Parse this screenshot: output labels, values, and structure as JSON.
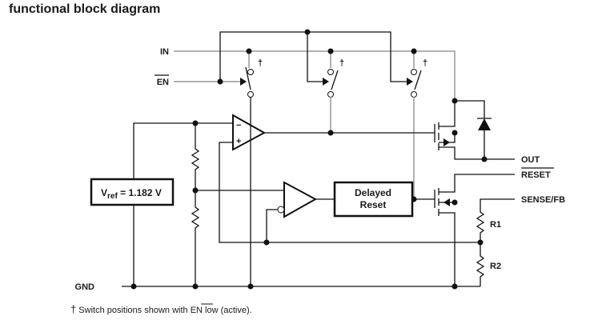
{
  "title": "functional block diagram",
  "pins": {
    "in": "IN",
    "en": "EN",
    "gnd": "GND",
    "out": "OUT",
    "reset": "RESET",
    "sense_fb": "SENSE/FB"
  },
  "vref": {
    "prefix": "V",
    "subscript": "ref",
    "value": " = 1.182 V"
  },
  "delayed_reset": {
    "line1": "Delayed",
    "line2": "Reset"
  },
  "resistors": {
    "r1": "R1",
    "r2": "R2"
  },
  "comparator_inputs": {
    "minus": "−",
    "plus": "+"
  },
  "dagger": "†",
  "footnote": {
    "prefix": " Switch positions shown with ",
    "en": "EN",
    "suffix": " low (active)."
  }
}
